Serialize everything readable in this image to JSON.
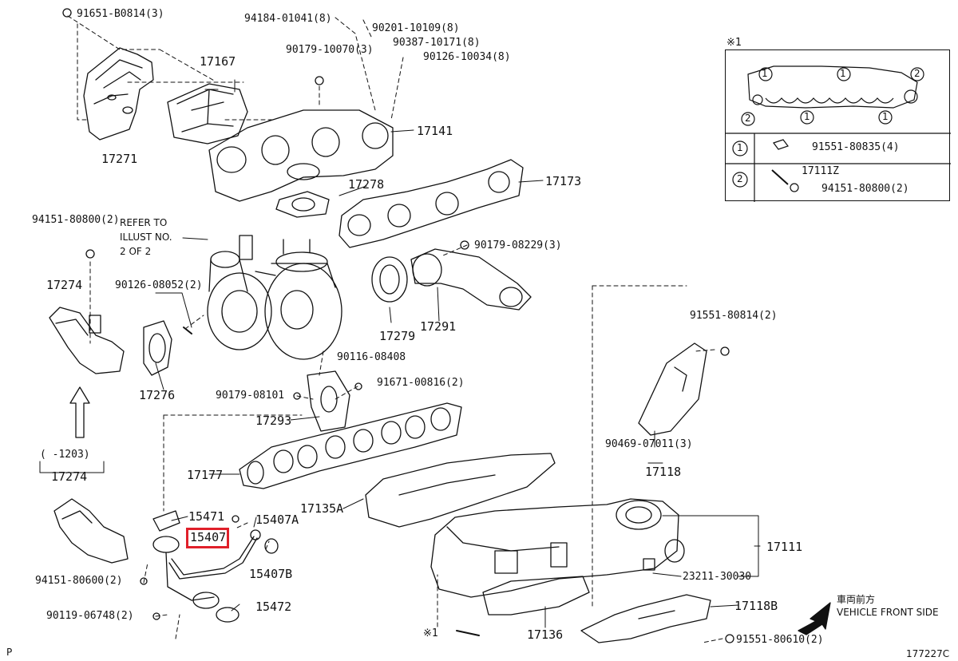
{
  "parts": {
    "p91651_b0814": "91651-B0814(3)",
    "p94184_01041": "94184-01041(8)",
    "p90201_10109": "90201-10109(8)",
    "p90387_10171": "90387-10171(8)",
    "p90179_10070": "90179-10070(3)",
    "p90126_10034": "90126-10034(8)",
    "p17167": "17167",
    "p17141": "17141",
    "p17271": "17271",
    "p17278": "17278",
    "p17173": "17173",
    "p94151_80800": "94151-80800(2)",
    "refer_line1": "REFER TO",
    "refer_line2": "ILLUST NO.",
    "refer_line3": "2 OF 2",
    "p90179_08229": "90179-08229(3)",
    "p17274_top": "17274",
    "p90126_08052": "90126-08052(2)",
    "p17279": "17279",
    "p17291": "17291",
    "p91551_80814": "91551-80814(2)",
    "p90116_08408": "90116-08408",
    "p17276": "17276",
    "p90179_08101": "90179-08101",
    "p91671_00816": "91671-00816(2)",
    "p17293": "17293",
    "p90469_07011": "90469-07011(3)",
    "p17118": "17118",
    "range_1203": "(    -1203)",
    "p17274_bottom": "17274",
    "p17177": "17177",
    "p15471": "15471",
    "p15407A": "15407A",
    "p17135A": "17135A",
    "p15407": "15407",
    "p17111": "17111",
    "p15407B": "15407B",
    "p94151_80600": "94151-80600(2)",
    "p23211_30030": "23211-30030",
    "p90119_06748": "90119-06748(2)",
    "p15472": "15472",
    "p17118B": "17118B",
    "front_jp": "車両前方",
    "front_en": "VEHICLE FRONT SIDE",
    "star1": "※1",
    "p17136": "17136",
    "p91551_80610": "91551-80610(2)",
    "corner_p": "P",
    "fig_id": "177227C"
  },
  "inset": {
    "title": "※1",
    "circle1": "1",
    "circle2": "2",
    "row1_part": "91551-80835(4)",
    "row2_part_a": "17111Z",
    "row2_part_b": "94151-80800(2)"
  },
  "colors": {
    "line": "#111111",
    "highlight": "#e0202a",
    "fill": "#ffffff"
  }
}
